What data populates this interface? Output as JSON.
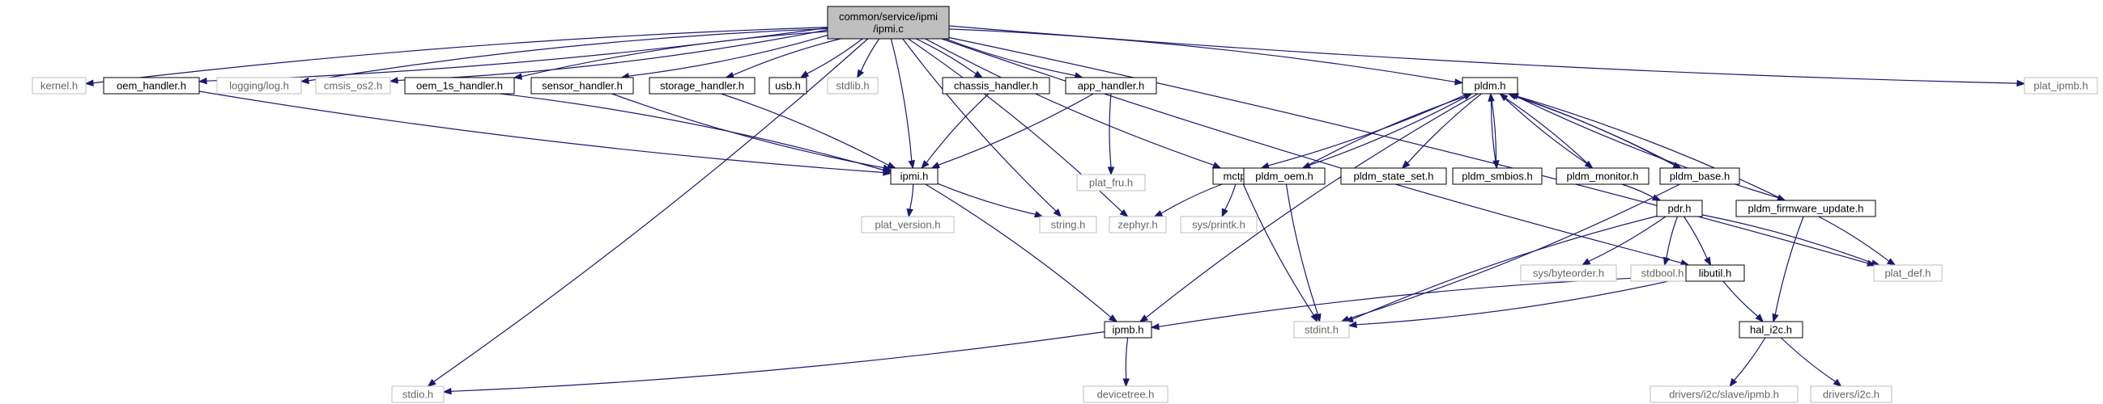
{
  "graph": {
    "root": "common/service/ipmi\n/ipmi.c",
    "colors": {
      "edge": "#191970",
      "root_fill": "#bfbfbf",
      "root_border": "#000000",
      "node_fill": "#ffffff",
      "node_border": "#000000",
      "ext_border": "#bfbfbf",
      "text": "#000000",
      "ext_text": "#666666"
    },
    "nodes": [
      {
        "id": "ipmi_c",
        "label": "common/service/ipmi\n/ipmi.c",
        "kind": "root"
      },
      {
        "id": "kernel_h",
        "label": "kernel.h",
        "kind": "external"
      },
      {
        "id": "oem_handler_h",
        "label": "oem_handler.h",
        "kind": "local"
      },
      {
        "id": "logging_h",
        "label": "logging/log.h",
        "kind": "external"
      },
      {
        "id": "cmsis_h",
        "label": "cmsis_os2.h",
        "kind": "external"
      },
      {
        "id": "oem_1s_h",
        "label": "oem_1s_handler.h",
        "kind": "local"
      },
      {
        "id": "sensor_h",
        "label": "sensor_handler.h",
        "kind": "local"
      },
      {
        "id": "storage_h",
        "label": "storage_handler.h",
        "kind": "local"
      },
      {
        "id": "usb_h",
        "label": "usb.h",
        "kind": "local"
      },
      {
        "id": "stdlib_h",
        "label": "stdlib.h",
        "kind": "external"
      },
      {
        "id": "chassis_h",
        "label": "chassis_handler.h",
        "kind": "local"
      },
      {
        "id": "app_h",
        "label": "app_handler.h",
        "kind": "local"
      },
      {
        "id": "ipmi_h",
        "label": "ipmi.h",
        "kind": "local"
      },
      {
        "id": "plat_fru_h",
        "label": "plat_fru.h",
        "kind": "external"
      },
      {
        "id": "plat_version_h",
        "label": "plat_version.h",
        "kind": "external"
      },
      {
        "id": "string_h",
        "label": "string.h",
        "kind": "external"
      },
      {
        "id": "zephyr_h",
        "label": "zephyr.h",
        "kind": "external"
      },
      {
        "id": "mctp_h",
        "label": "mctp.h",
        "kind": "local"
      },
      {
        "id": "printk_h",
        "label": "sys/printk.h",
        "kind": "external"
      },
      {
        "id": "pldm_h",
        "label": "pldm.h",
        "kind": "local"
      },
      {
        "id": "pldm_oem_h",
        "label": "pldm_oem.h",
        "kind": "local"
      },
      {
        "id": "pldm_state_set_h",
        "label": "pldm_state_set.h",
        "kind": "local"
      },
      {
        "id": "pldm_smbios_h",
        "label": "pldm_smbios.h",
        "kind": "local"
      },
      {
        "id": "pldm_monitor_h",
        "label": "pldm_monitor.h",
        "kind": "local"
      },
      {
        "id": "pldm_base_h",
        "label": "pldm_base.h",
        "kind": "local"
      },
      {
        "id": "pldm_fw_h",
        "label": "pldm_firmware_update.h",
        "kind": "local"
      },
      {
        "id": "plat_ipmb_h",
        "label": "plat_ipmb.h",
        "kind": "external"
      },
      {
        "id": "pdr_h",
        "label": "pdr.h",
        "kind": "local"
      },
      {
        "id": "byteorder_h",
        "label": "sys/byteorder.h",
        "kind": "external"
      },
      {
        "id": "stdbool_h",
        "label": "stdbool.h",
        "kind": "external"
      },
      {
        "id": "libutil_h",
        "label": "libutil.h",
        "kind": "local"
      },
      {
        "id": "plat_def_h",
        "label": "plat_def.h",
        "kind": "external"
      },
      {
        "id": "stdint_h",
        "label": "stdint.h",
        "kind": "external"
      },
      {
        "id": "hal_i2c_h",
        "label": "hal_i2c.h",
        "kind": "local"
      },
      {
        "id": "ipmb_h",
        "label": "ipmb.h",
        "kind": "local"
      },
      {
        "id": "stdio_h",
        "label": "stdio.h",
        "kind": "external"
      },
      {
        "id": "devicetree_h",
        "label": "devicetree.h",
        "kind": "external"
      },
      {
        "id": "i2c_slave_ipmb_h",
        "label": "drivers/i2c/slave/ipmb.h",
        "kind": "external"
      },
      {
        "id": "drivers_i2c_h",
        "label": "drivers/i2c.h",
        "kind": "external"
      }
    ],
    "edges": [
      [
        "ipmi_c",
        "kernel_h"
      ],
      [
        "ipmi_c",
        "oem_handler_h"
      ],
      [
        "ipmi_c",
        "logging_h"
      ],
      [
        "ipmi_c",
        "cmsis_h"
      ],
      [
        "ipmi_c",
        "oem_1s_h"
      ],
      [
        "ipmi_c",
        "sensor_h"
      ],
      [
        "ipmi_c",
        "storage_h"
      ],
      [
        "ipmi_c",
        "usb_h"
      ],
      [
        "ipmi_c",
        "stdlib_h"
      ],
      [
        "ipmi_c",
        "chassis_h"
      ],
      [
        "ipmi_c",
        "app_h"
      ],
      [
        "ipmi_c",
        "ipmi_h"
      ],
      [
        "ipmi_c",
        "string_h"
      ],
      [
        "ipmi_c",
        "zephyr_h"
      ],
      [
        "ipmi_c",
        "mctp_h"
      ],
      [
        "ipmi_c",
        "pldm_h"
      ],
      [
        "ipmi_c",
        "libutil_h"
      ],
      [
        "ipmi_c",
        "plat_def_h"
      ],
      [
        "ipmi_c",
        "plat_ipmb_h"
      ],
      [
        "ipmi_c",
        "stdio_h"
      ],
      [
        "oem_handler_h",
        "ipmi_h"
      ],
      [
        "oem_1s_h",
        "ipmi_h"
      ],
      [
        "sensor_h",
        "ipmi_h"
      ],
      [
        "storage_h",
        "ipmi_h"
      ],
      [
        "chassis_h",
        "ipmi_h"
      ],
      [
        "app_h",
        "ipmi_h"
      ],
      [
        "app_h",
        "plat_fru_h"
      ],
      [
        "ipmi_h",
        "plat_version_h"
      ],
      [
        "ipmi_h",
        "string_h"
      ],
      [
        "ipmi_h",
        "ipmb_h"
      ],
      [
        "mctp_h",
        "zephyr_h"
      ],
      [
        "mctp_h",
        "printk_h"
      ],
      [
        "mctp_h",
        "stdint_h"
      ],
      [
        "pldm_h",
        "mctp_h"
      ],
      [
        "pldm_h",
        "ipmb_h"
      ],
      [
        "pldm_h",
        "pldm_oem_h"
      ],
      [
        "pldm_h",
        "pldm_state_set_h"
      ],
      [
        "pldm_h",
        "pldm_smbios_h"
      ],
      [
        "pldm_h",
        "pldm_monitor_h"
      ],
      [
        "pldm_h",
        "pldm_base_h"
      ],
      [
        "pldm_h",
        "pldm_fw_h"
      ],
      [
        "pldm_oem_h",
        "pldm_h"
      ],
      [
        "pldm_oem_h",
        "stdint_h"
      ],
      [
        "pldm_smbios_h",
        "pldm_h"
      ],
      [
        "pldm_monitor_h",
        "pldm_h"
      ],
      [
        "pldm_monitor_h",
        "pdr_h"
      ],
      [
        "pldm_base_h",
        "pldm_h"
      ],
      [
        "pldm_base_h",
        "stdint_h"
      ],
      [
        "pldm_fw_h",
        "pldm_h"
      ],
      [
        "pldm_fw_h",
        "plat_def_h"
      ],
      [
        "pldm_fw_h",
        "hal_i2c_h"
      ],
      [
        "pdr_h",
        "byteorder_h"
      ],
      [
        "pdr_h",
        "stdbool_h"
      ],
      [
        "pdr_h",
        "libutil_h"
      ],
      [
        "pdr_h",
        "stdint_h"
      ],
      [
        "pdr_h",
        "plat_def_h"
      ],
      [
        "libutil_h",
        "ipmb_h"
      ],
      [
        "libutil_h",
        "stdint_h"
      ],
      [
        "libutil_h",
        "hal_i2c_h"
      ],
      [
        "hal_i2c_h",
        "i2c_slave_ipmb_h"
      ],
      [
        "hal_i2c_h",
        "drivers_i2c_h"
      ],
      [
        "ipmb_h",
        "stdio_h"
      ],
      [
        "ipmb_h",
        "devicetree_h"
      ]
    ]
  }
}
